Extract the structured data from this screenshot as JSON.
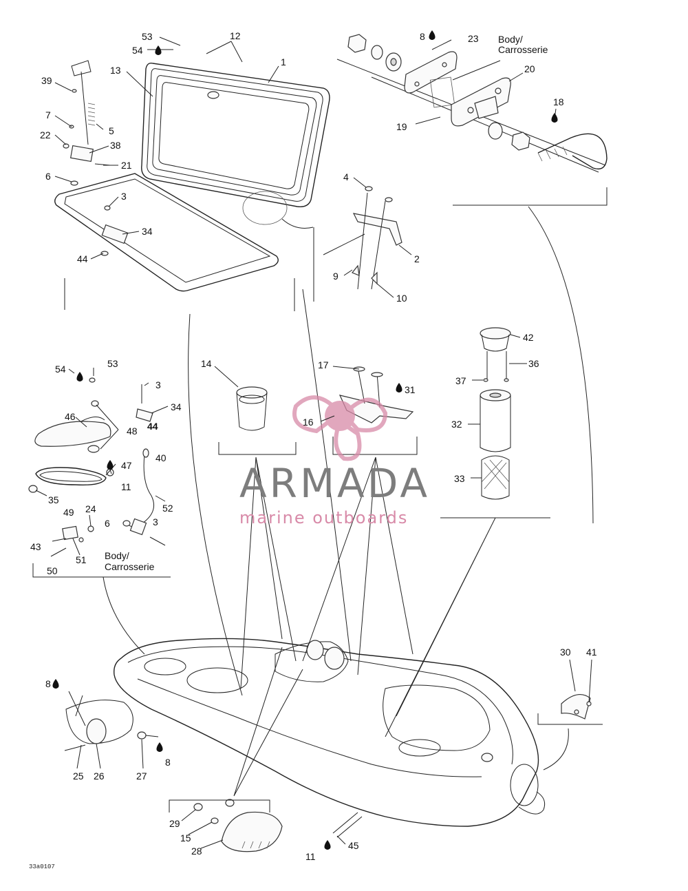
{
  "labels": {
    "n1": "1",
    "n2": "2",
    "n3": "3",
    "n4": "4",
    "n5": "5",
    "n6": "6",
    "n7": "7",
    "n8": "8",
    "n9": "9",
    "n10": "10",
    "n11": "11",
    "n12": "12",
    "n13": "13",
    "n14": "14",
    "n15": "15",
    "n16": "16",
    "n17": "17",
    "n18": "18",
    "n19": "19",
    "n20": "20",
    "n21": "21",
    "n22": "22",
    "n23": "23",
    "n24": "24",
    "n25": "25",
    "n26": "26",
    "n27": "27",
    "n28": "28",
    "n29": "29",
    "n30": "30",
    "n31": "31",
    "n32": "32",
    "n33": "33",
    "n34": "34",
    "n35": "35",
    "n36": "36",
    "n37": "37",
    "n38": "38",
    "n39": "39",
    "n40": "40",
    "n41": "41",
    "n42": "42",
    "n43": "43",
    "n44": "44",
    "n45": "45",
    "n46": "46",
    "n47": "47",
    "n48": "48",
    "n49": "49",
    "n50": "50",
    "n51": "51",
    "n52": "52",
    "n53": "53",
    "n54": "54"
  },
  "body_label_line1": "Body/",
  "body_label_line2": "Carrosserie",
  "watermark": {
    "brand": "ARMADA",
    "tagline": "marine outboards"
  },
  "drawing_code": "33a0107",
  "colors": {
    "line": "#222222",
    "watermark_gray": "#7d7d7d",
    "watermark_pink": "#d88aa8"
  },
  "icons": {
    "lubricant": "drop-icon",
    "logo": "propeller-logo-icon"
  }
}
